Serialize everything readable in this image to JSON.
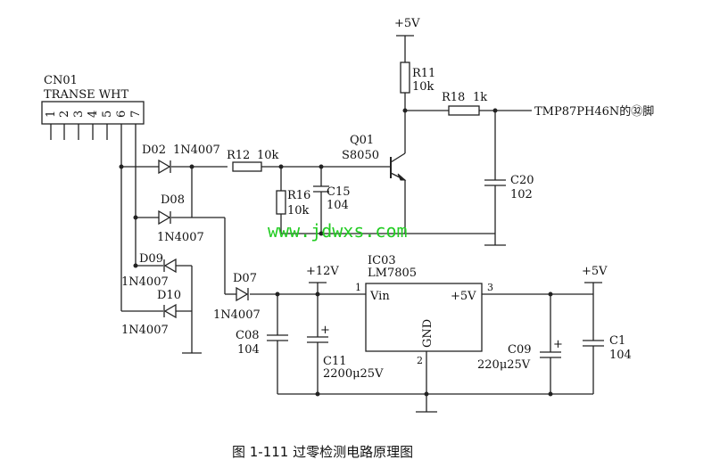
{
  "connector": {
    "ref": "CN01",
    "label": "TRANSE WHT",
    "pins": [
      "1",
      "2",
      "3",
      "4",
      "5",
      "6",
      "7"
    ]
  },
  "power": {
    "vcc_top": "+5V",
    "v12": "+12V",
    "vcc_right": "+5V"
  },
  "output_label": "TMP87PH46N的㉜脚",
  "watermark": "www.jdwxs.com",
  "components": {
    "d02": {
      "ref": "D02",
      "value": "1N4007"
    },
    "d08": {
      "ref": "D08",
      "value": "1N4007"
    },
    "d09": {
      "ref": "D09",
      "value": "1N4007"
    },
    "d10": {
      "ref": "D10",
      "value": "1N4007"
    },
    "d07": {
      "ref": "D07",
      "value": "1N4007"
    },
    "r12": {
      "ref": "R12",
      "value": "10k"
    },
    "r16": {
      "ref": "R16",
      "value": "10k"
    },
    "r11": {
      "ref": "R11",
      "value": "10k"
    },
    "r18": {
      "ref": "R18",
      "value": "1k"
    },
    "c15": {
      "ref": "C15",
      "value": "104"
    },
    "c20": {
      "ref": "C20",
      "value": "102"
    },
    "c08": {
      "ref": "C08",
      "value": "104"
    },
    "c11": {
      "ref": "C11",
      "value": "2200μ25V"
    },
    "c09": {
      "ref": "C09",
      "value": "220μ25V"
    },
    "c1": {
      "ref": "C1",
      "value": "104"
    },
    "q01": {
      "ref": "Q01",
      "value": "S8050"
    },
    "ic03": {
      "ref": "IC03",
      "value": "LM7805",
      "pin_vin": "Vin",
      "pin_out": "+5V",
      "pin_gnd": "GND",
      "pin1": "1",
      "pin2": "2",
      "pin3": "3"
    }
  },
  "polarity_mark": "+",
  "caption": "图 1-111    过零检测电路原理图"
}
